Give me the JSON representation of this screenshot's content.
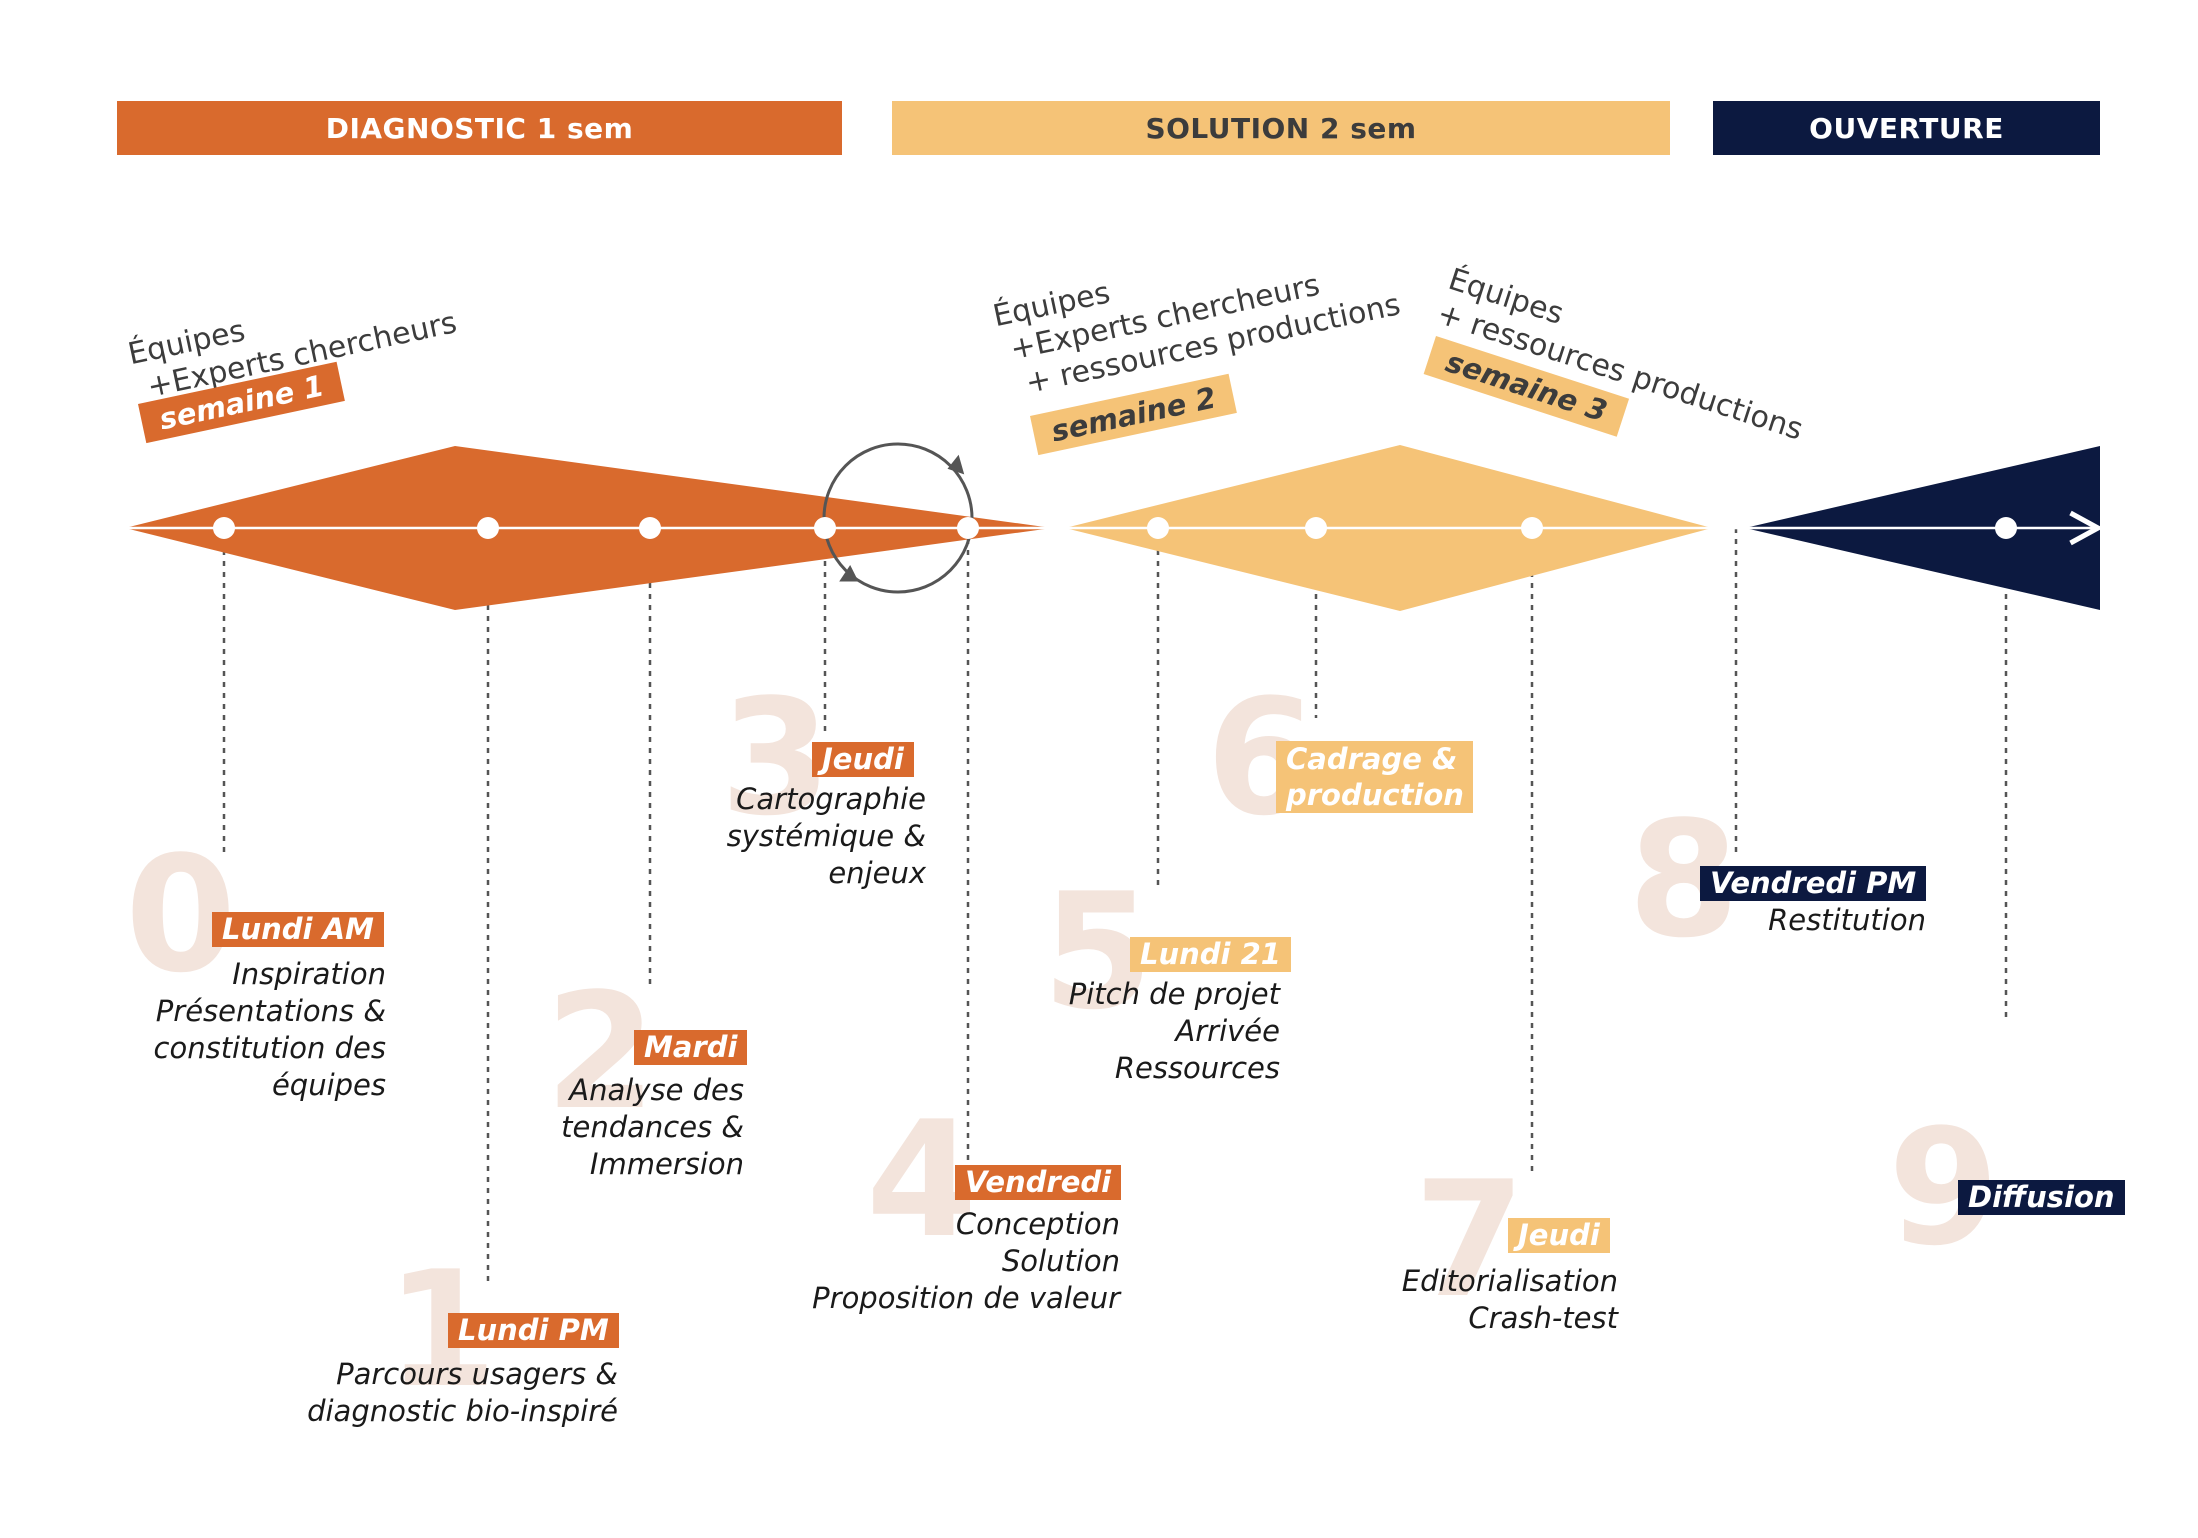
{
  "colors": {
    "orange": "#d96a2d",
    "sand": "#f5c377",
    "navy": "#0c1940",
    "number_tint": "#f3e4dc",
    "line_dot": "#ffffff",
    "dashed_line": "#555555",
    "cycle_icon": "#555555"
  },
  "phases": [
    {
      "label": "DIAGNOSTIC 1 sem",
      "color": "#d96a2d",
      "text_color": "#ffffff"
    },
    {
      "label": "SOLUTION 2 sem",
      "color": "#f5c377",
      "text_color": "#3c3c3c"
    },
    {
      "label": "OUVERTURE",
      "color": "#0c1940",
      "text_color": "#ffffff"
    }
  ],
  "week_notes": [
    {
      "lines": [
        "Équipes",
        "+Experts chercheurs"
      ],
      "week": "semaine 1"
    },
    {
      "lines": [
        "Équipes",
        "+Experts chercheurs",
        "+ ressources productions"
      ],
      "week": "semaine 2"
    },
    {
      "lines": [
        "Équipes",
        "+ ressources productions"
      ],
      "week": "semaine 3"
    }
  ],
  "steps": [
    {
      "number": "0",
      "day": "Lundi AM",
      "lines": [
        "Inspiration",
        "Présentations &",
        "constitution des",
        "équipes"
      ],
      "color": "orange"
    },
    {
      "number": "1",
      "day": "Lundi PM",
      "lines": [
        "Parcours usagers &",
        "diagnostic bio-inspiré"
      ],
      "color": "orange"
    },
    {
      "number": "2",
      "day": "Mardi",
      "lines": [
        "Analyse des",
        "tendances &",
        "Immersion"
      ],
      "color": "orange"
    },
    {
      "number": "3",
      "day": "Jeudi",
      "lines": [
        "Cartographie",
        "systémique &",
        "enjeux"
      ],
      "color": "orange"
    },
    {
      "number": "4",
      "day": "Vendredi",
      "lines": [
        "Conception",
        "Solution",
        "Proposition de valeur"
      ],
      "color": "orange"
    },
    {
      "number": "5",
      "day": "Lundi 21",
      "lines": [
        "Pitch de projet",
        "Arrivée",
        "Ressources"
      ],
      "color": "sand"
    },
    {
      "number": "6",
      "day": "Cadrage &\nproduction",
      "lines": [],
      "color": "sand"
    },
    {
      "number": "7",
      "day": "Jeudi",
      "lines": [
        "Editorialisation",
        "Crash-test"
      ],
      "color": "sand"
    },
    {
      "number": "8",
      "day": "Vendredi PM",
      "lines": [
        "Restitution"
      ],
      "color": "navy"
    },
    {
      "number": "9",
      "day": "Diffusion",
      "lines": [],
      "color": "navy"
    }
  ],
  "icons": {
    "cycle": "cycle-arrow-icon",
    "timeline_end": "arrow-right-icon"
  }
}
